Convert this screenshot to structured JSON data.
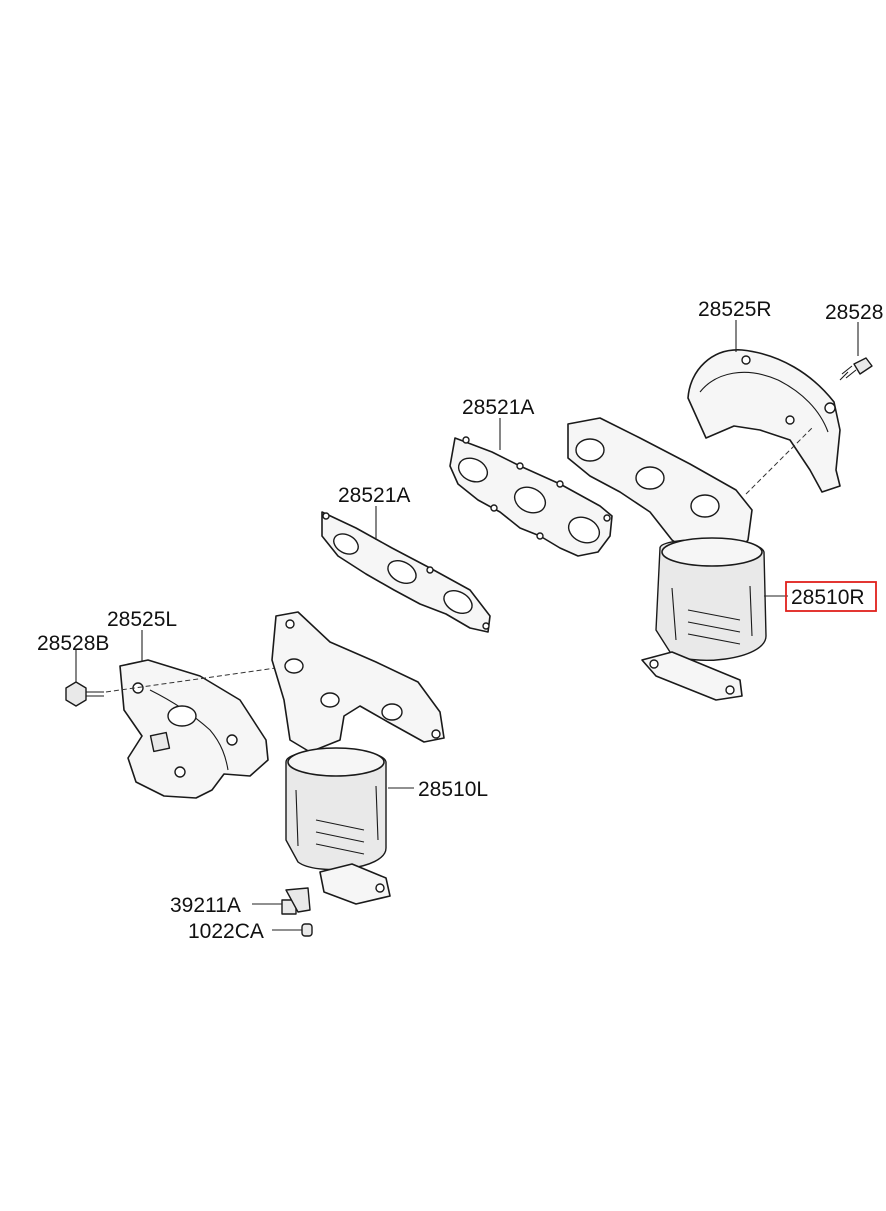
{
  "labels": {
    "l_28525R": "28525R",
    "l_28528_right": "28528",
    "l_28521A_upper": "28521A",
    "l_28521A_lower": "28521A",
    "l_28510R": "28510R",
    "l_28525L": "28525L",
    "l_28528B": "28528B",
    "l_28510L": "28510L",
    "l_39211A": "39211A",
    "l_1022CA": "1022CA"
  },
  "colors": {
    "highlight_box": "#e0201c"
  }
}
